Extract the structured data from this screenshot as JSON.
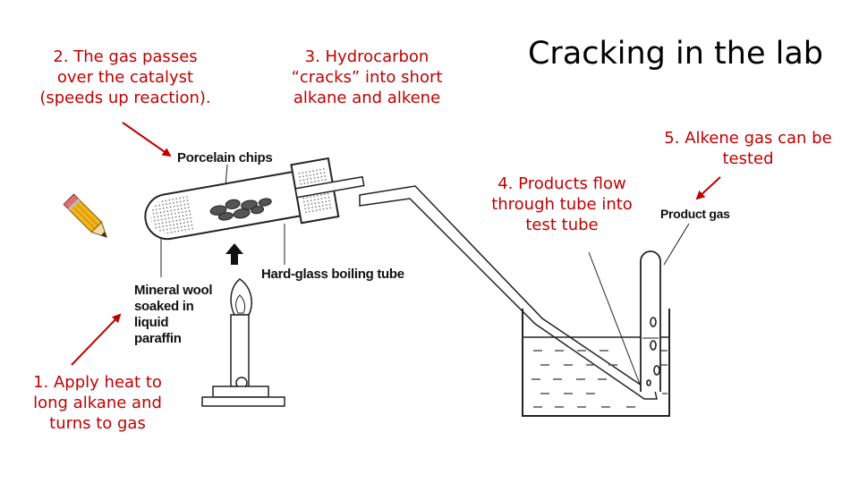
{
  "slide": {
    "title": "Cracking in the lab"
  },
  "notes": {
    "step1": "1. Apply heat to\nlong alkane and\nturns to gas",
    "step2": "2. The gas passes\nover the catalyst\n(speeds up reaction).",
    "step3": "3. Hydrocarbon\n“cracks” into short\nalkane and alkene",
    "step4": "4. Products flow\nthrough tube into\ntest tube",
    "step5": "5. Alkene gas can be\ntested"
  },
  "labels": {
    "porcelain": "Porcelain chips",
    "mineral_wool": "Mineral wool\nsoaked in\nliquid\nparaffin",
    "boiling_tube": "Hard-glass boiling tube",
    "product_gas": "Product gas"
  },
  "colors": {
    "note_text": "#c00000",
    "arrow": "#c00000"
  },
  "icons": [
    "pencil-icon",
    "up-arrow-icon"
  ]
}
